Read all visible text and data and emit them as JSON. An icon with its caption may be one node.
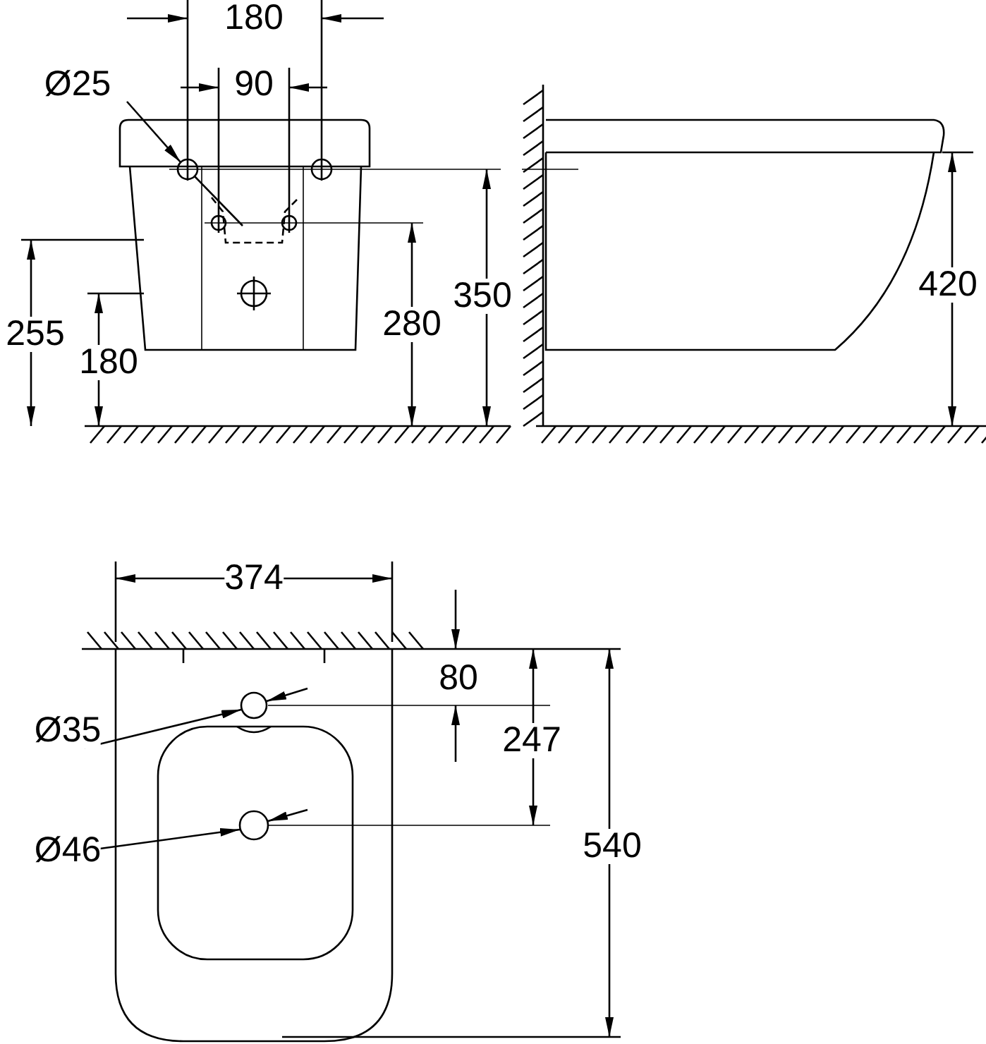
{
  "diagram": {
    "labels": [
      "180",
      "Ø25",
      "90",
      "255",
      "280",
      "350",
      "420",
      "180",
      "374",
      "80",
      "Ø35",
      "247",
      "Ø46",
      "540"
    ]
  }
}
